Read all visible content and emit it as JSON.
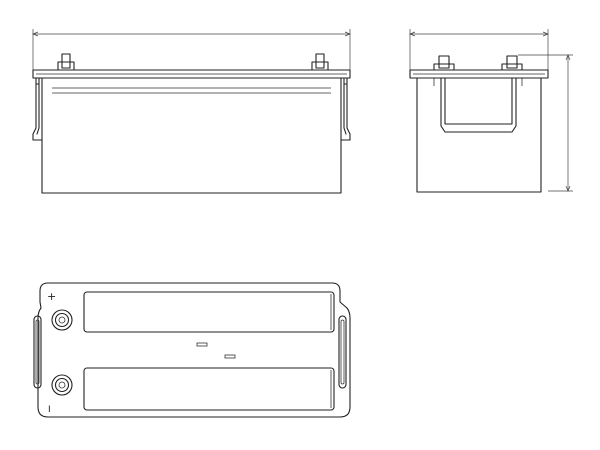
{
  "drawing": {
    "views": [
      "front-view",
      "side-view",
      "top-view"
    ],
    "line_color": "#222222",
    "background": "#ffffff"
  },
  "terminals": {
    "positive_symbol": "+",
    "negative_symbol": "I"
  }
}
